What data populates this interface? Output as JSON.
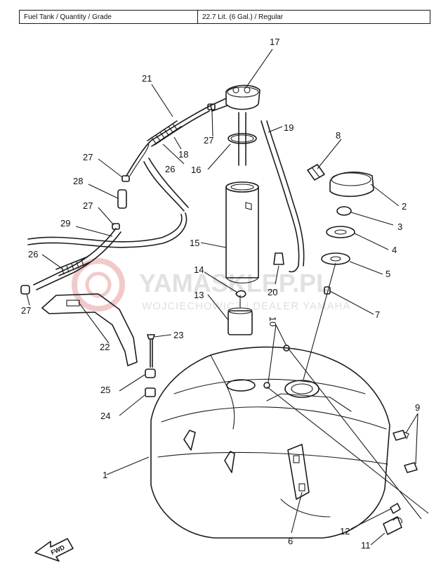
{
  "spec_table": {
    "label": "Fuel Tank / Quantity / Grade",
    "value": "22.7 Lit. (6 Gal.) / Regular"
  },
  "watermark": {
    "main": "YAMASKLEP.PL",
    "sub": "WOJCIECHOWICZ | DEALER YAMAHA",
    "color": "#d9d9d9",
    "logo_color": "#f2c9c9"
  },
  "fwd_label": "FWD",
  "callouts": {
    "c1": "1",
    "c2": "2",
    "c3": "3",
    "c4": "4",
    "c5": "5",
    "c6": "6",
    "c7": "7",
    "c8": "8",
    "c9": "9",
    "c10": "10",
    "c11": "11",
    "c12": "12",
    "c13": "13",
    "c14": "14",
    "c15": "15",
    "c16": "16",
    "c17": "17",
    "c18": "18",
    "c19": "19",
    "c20": "20",
    "c21": "21",
    "c22": "22",
    "c23": "23",
    "c24": "24",
    "c25": "25",
    "c26a": "26",
    "c26b": "26",
    "c27a": "27",
    "c27b": "27",
    "c27c": "27",
    "c27d": "27",
    "c28": "28",
    "c29": "29"
  }
}
